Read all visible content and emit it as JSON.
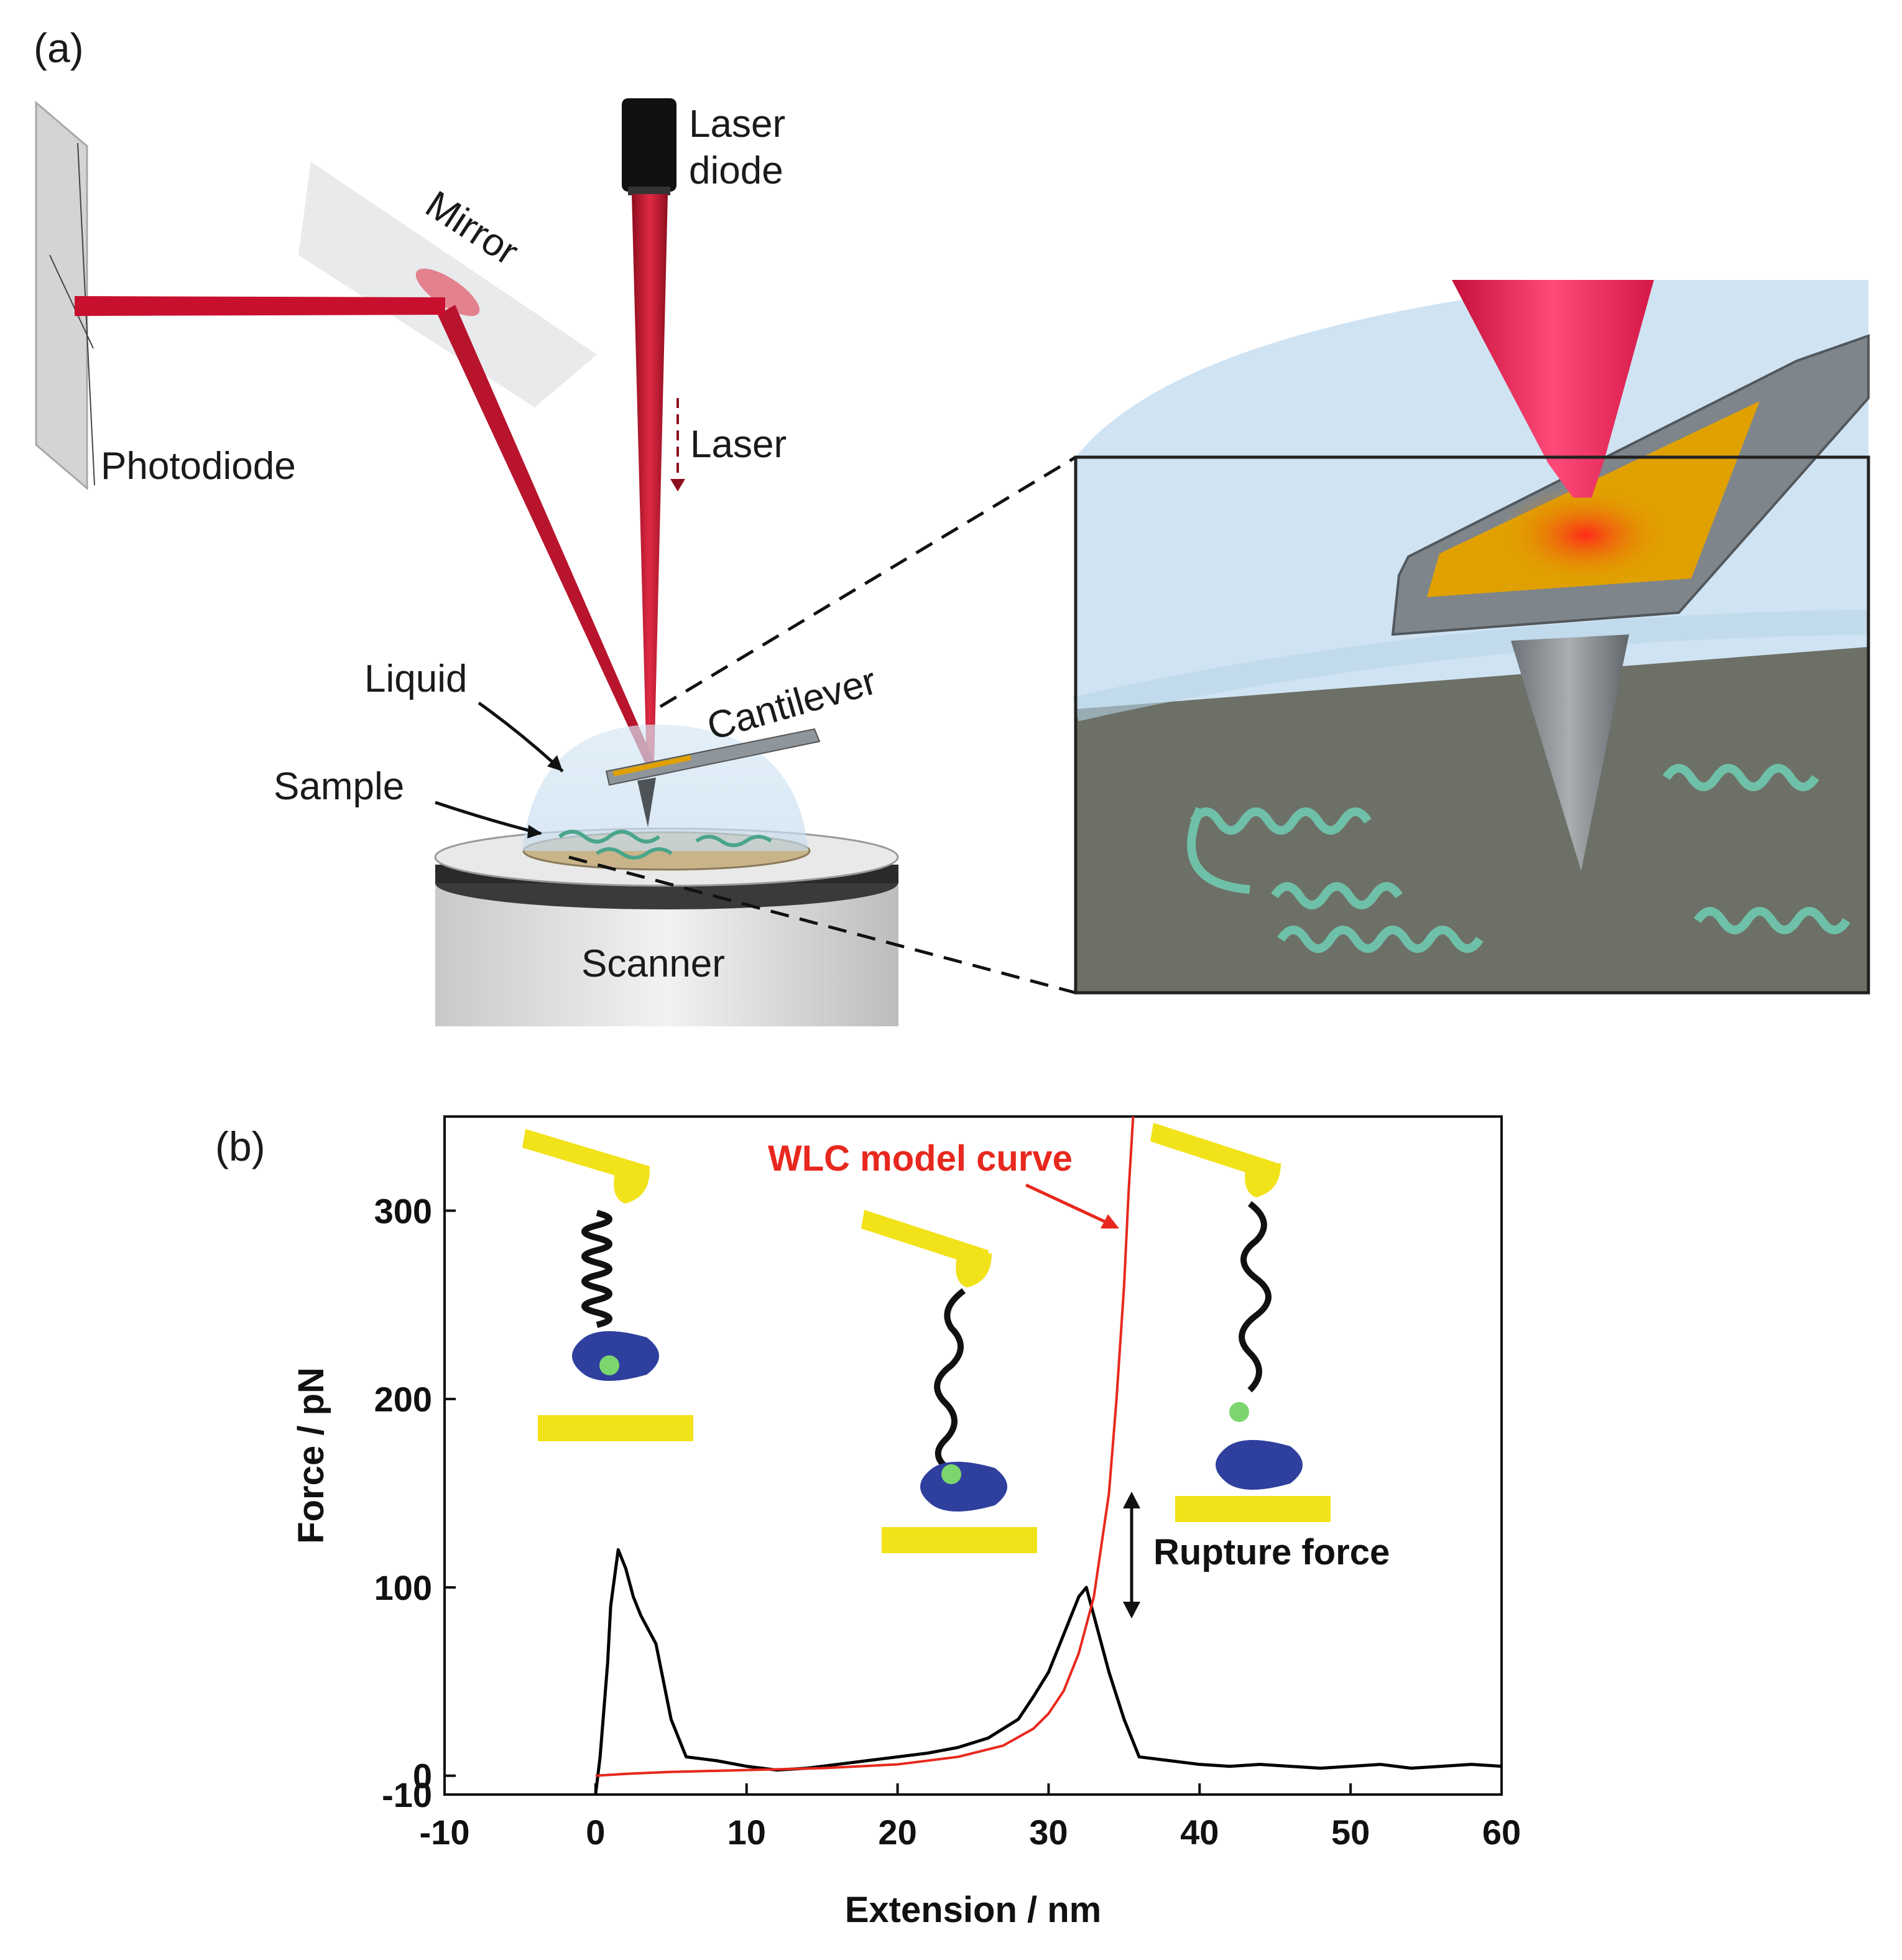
{
  "panel_a": {
    "label": "(a)",
    "labels": {
      "laser_diode_line1": "Laser",
      "laser_diode_line2": "diode",
      "mirror": "Mirror",
      "laser": "Laser",
      "photodiode": "Photodiode",
      "liquid": "Liquid",
      "cantilever": "Cantilever",
      "sample": "Sample",
      "scanner": "Scanner"
    },
    "colors": {
      "laser": "#c8102e",
      "liquid": "#cfe3f3",
      "dna": "#6fc0a8",
      "cantilever": "#8e959b",
      "gold": "#e0a100"
    }
  },
  "panel_b": {
    "label": "(b)",
    "annotations": {
      "wlc_label": "WLC model curve",
      "rupture_label": "Rupture force"
    },
    "colors": {
      "data": "#000000",
      "wlc": "#e8281e",
      "cantilever_tip": "#f2e21a",
      "receptor": "#2f3f9e",
      "ligand": "#7bd66e"
    }
  },
  "chart_data": {
    "type": "line",
    "xlabel": "Extension / nm",
    "ylabel": "Force / pN",
    "xlim": [
      -10,
      60
    ],
    "ylim": [
      -10,
      350
    ],
    "xticks": [
      -10,
      0,
      10,
      20,
      30,
      40,
      50,
      60
    ],
    "yticks": [
      -10,
      0,
      100,
      200,
      300
    ],
    "series": [
      {
        "role": "measured",
        "color": "#000000",
        "x": [
          0,
          0.3,
          0.5,
          0.8,
          1.0,
          1.5,
          2.0,
          2.5,
          3.0,
          4.0,
          5.0,
          6.0,
          8.0,
          10.0,
          12.0,
          14.0,
          16.0,
          18.0,
          20.0,
          22.0,
          24.0,
          26.0,
          28.0,
          29.0,
          30.0,
          31.0,
          32.0,
          32.5,
          33.0,
          34.0,
          35.0,
          36.0,
          38.0,
          40.0,
          42.0,
          44.0,
          46.0,
          48.0,
          50.0,
          52.0,
          54.0,
          56.0,
          58.0,
          60.0
        ],
        "y": [
          -10,
          10,
          30,
          60,
          90,
          120,
          110,
          95,
          85,
          70,
          30,
          10,
          8,
          5,
          3,
          4,
          6,
          8,
          10,
          12,
          15,
          20,
          30,
          42,
          55,
          75,
          95,
          100,
          85,
          55,
          30,
          10,
          8,
          6,
          5,
          6,
          5,
          4,
          5,
          6,
          4,
          5,
          6,
          5
        ]
      },
      {
        "role": "wlc_model",
        "color": "#e8281e",
        "x": [
          0,
          2,
          5,
          10,
          15,
          20,
          24,
          27,
          29,
          30,
          31,
          32,
          33,
          34,
          34.5,
          35,
          35.3,
          35.6
        ],
        "y": [
          0,
          1,
          2,
          3,
          4,
          6,
          10,
          16,
          25,
          33,
          45,
          65,
          95,
          150,
          200,
          260,
          310,
          350
        ]
      }
    ]
  }
}
